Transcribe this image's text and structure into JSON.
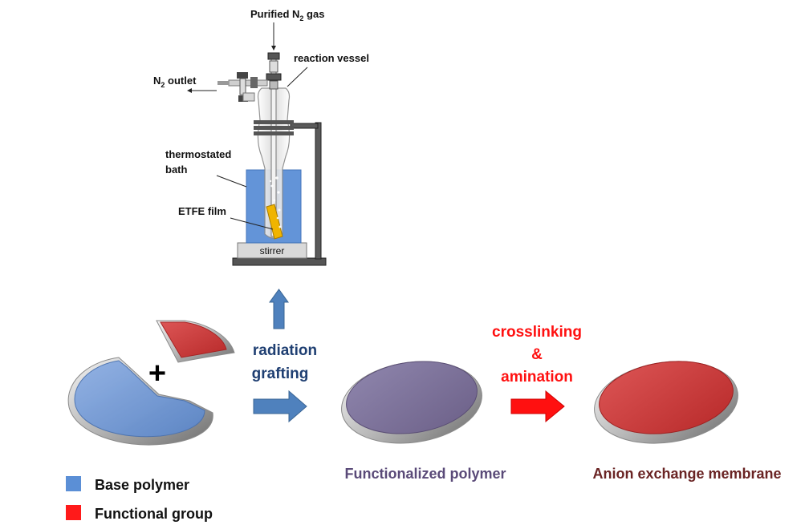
{
  "apparatus": {
    "gas_label_main": "Purified N",
    "gas_label_sub": "2",
    "gas_label_tail": " gas",
    "vessel_label": "reaction vessel",
    "outlet_label_main": "N",
    "outlet_label_sub": "2",
    "outlet_label_tail": " outlet",
    "bath_label_line1": "thermostated",
    "bath_label_line2": "bath",
    "film_label": "ETFE film",
    "stirrer_label": "stirrer"
  },
  "process": {
    "step1_line1": "radiation",
    "step1_line2": "grafting",
    "step2_line1": "crosslinking",
    "step2_line2": "&",
    "step2_line3": "amination",
    "plus_sign": "+"
  },
  "products": {
    "functionalized": "Functionalized polymer",
    "membrane": "Anion exchange membrane"
  },
  "legend": {
    "items": [
      {
        "label": "Base polymer",
        "color": "#5b8fd6"
      },
      {
        "label": "Functional group",
        "color": "#ff1a1a"
      }
    ]
  },
  "colors": {
    "base_polymer": "#6f9ad8",
    "functional_group": "#e83a3a",
    "functionalized": "#7a6e93",
    "membrane": "#cc3b3b",
    "arrow_blue": "#4f81bd",
    "arrow_red": "#ff1010",
    "bath": "#5b8fd6",
    "film": "#f0b400",
    "text_blue": "#1f3f72",
    "text_red": "#ff1010",
    "text_purple": "#5a4a78",
    "text_dark_red": "#6a2424"
  }
}
